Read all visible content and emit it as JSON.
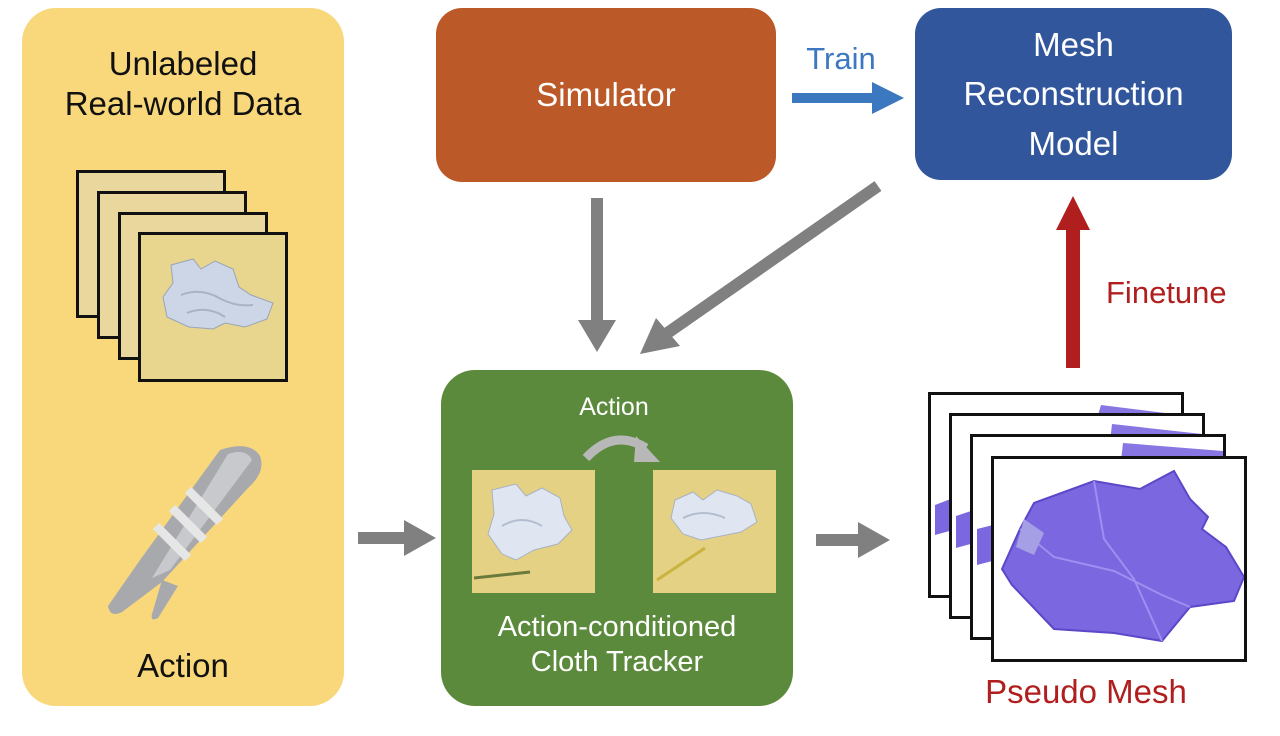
{
  "left_panel": {
    "title_line1": "Unlabeled",
    "title_line2": "Real-world Data",
    "action_label": "Action"
  },
  "simulator": {
    "label": "Simulator"
  },
  "mesh_model": {
    "line1": "Mesh",
    "line2": "Reconstruction",
    "line3": "Model"
  },
  "train_label": "Train",
  "tracker": {
    "action_label": "Action",
    "line1": "Action-conditioned",
    "line2": "Cloth Tracker"
  },
  "finetune_label": "Finetune",
  "pseudo_mesh_label": "Pseudo Mesh",
  "colors": {
    "data_panel": "#f9d77b",
    "simulator": "#bb5a28",
    "mesh_model": "#32569b",
    "tracker": "#5c8a3c",
    "train_arrow": "#3c78c0",
    "finetune_arrow": "#b01e1e",
    "gray_arrow": "#808080",
    "mesh_fill": "#7b67e0"
  },
  "icons": [
    "image-stack-icon",
    "gripper-icon",
    "mesh-stack-icon",
    "curved-arrow-icon"
  ]
}
